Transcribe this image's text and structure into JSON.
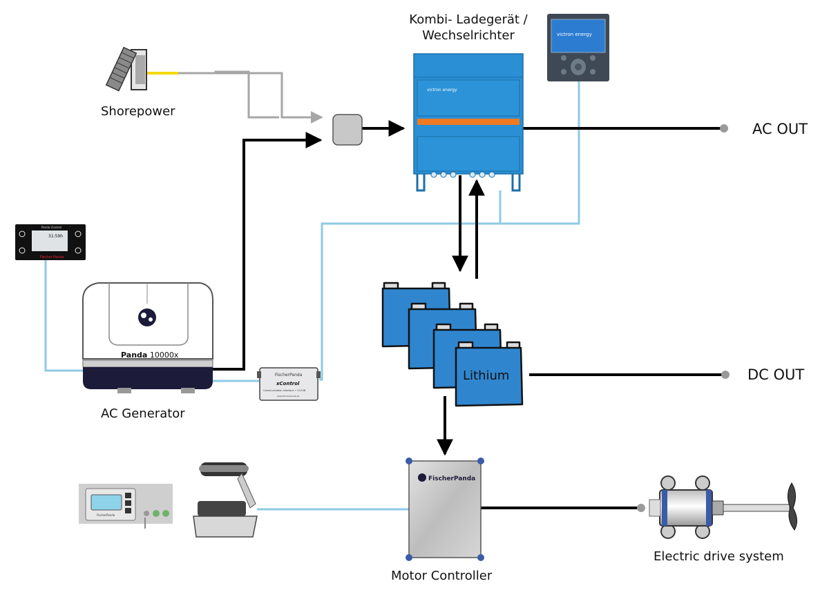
{
  "labels": {
    "inverter_title_line1": "Kombi- Ladegerät /",
    "inverter_title_line2": "Wechselrichter",
    "shorepower": "Shorepower",
    "ac_out": "AC OUT",
    "dc_out": "DC OUT",
    "ac_generator": "AC Generator",
    "motor_controller": "Motor Controller",
    "electric_drive": "Electric drive system",
    "battery_label": "Lithium"
  },
  "device_text": {
    "inverter_brand": "victron energy",
    "panel_brand": "victron energy",
    "generator_model_bold": "Panda",
    "generator_model_rest": " 10000x",
    "xcontrol_brand": "FischerPanda",
    "xcontrol_name": "xControl",
    "xcontrol_sub": "Communication Interface + CI-EVB",
    "xcontrol_url": "www.fischerpanda.de",
    "panel_title": "Panda iControl",
    "panel_display_text": "31:59h",
    "panel_brand_footer": "Fischer Panda",
    "motor_controller_brand": "FischerPanda",
    "throttle_panel_brand": "FischerPanda"
  },
  "colors": {
    "power_line": "#000000",
    "comm_line": "#8ecae6",
    "shore_line": "#a6a6a6",
    "shore_tip": "#f5d800",
    "battery_fill": "#2f86cf",
    "inverter_fill": "#2a8fd4",
    "inverter_stripe": "#f07a22",
    "generator_base": "#1d1b3a"
  }
}
